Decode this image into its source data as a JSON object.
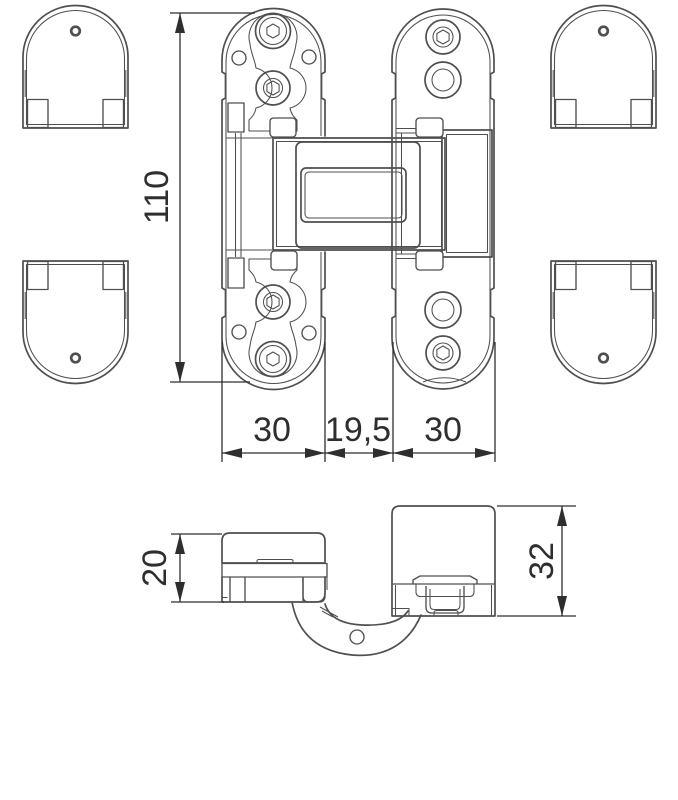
{
  "dimensions": {
    "height": "110",
    "left_plate_width": "30",
    "center_gap": "19,5",
    "right_plate_width": "30",
    "left_body_depth": "20",
    "right_body_depth": "32"
  },
  "colors": {
    "line": "#4f4f4f",
    "dimension": "#2e2e2e",
    "background": "#ffffff"
  }
}
